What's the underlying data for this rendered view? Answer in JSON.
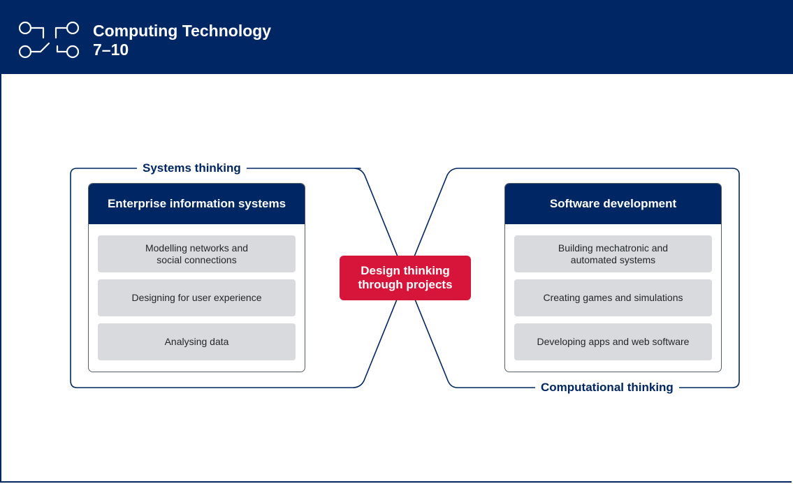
{
  "header": {
    "title_line1": "Computing Technology",
    "title_line2": "7–10",
    "logo_icon": "circuit-nodes-icon"
  },
  "colors": {
    "navy": "#002664",
    "red": "#d7153a",
    "item_grey": "#d8dadd"
  },
  "diagram": {
    "left_group_label": "Systems thinking",
    "right_group_label": "Computational thinking",
    "center_line1": "Design thinking",
    "center_line2": "through projects",
    "left_card": {
      "title": "Enterprise information systems",
      "items": [
        {
          "line1": "Modelling networks and",
          "line2": "social connections"
        },
        {
          "line1": "Designing for user experience",
          "line2": ""
        },
        {
          "line1": "Analysing data",
          "line2": ""
        }
      ]
    },
    "right_card": {
      "title": "Software development",
      "items": [
        {
          "line1": "Building mechatronic and",
          "line2": "automated systems"
        },
        {
          "line1": "Creating games and simulations",
          "line2": ""
        },
        {
          "line1": "Developing apps and web software",
          "line2": ""
        }
      ]
    }
  }
}
